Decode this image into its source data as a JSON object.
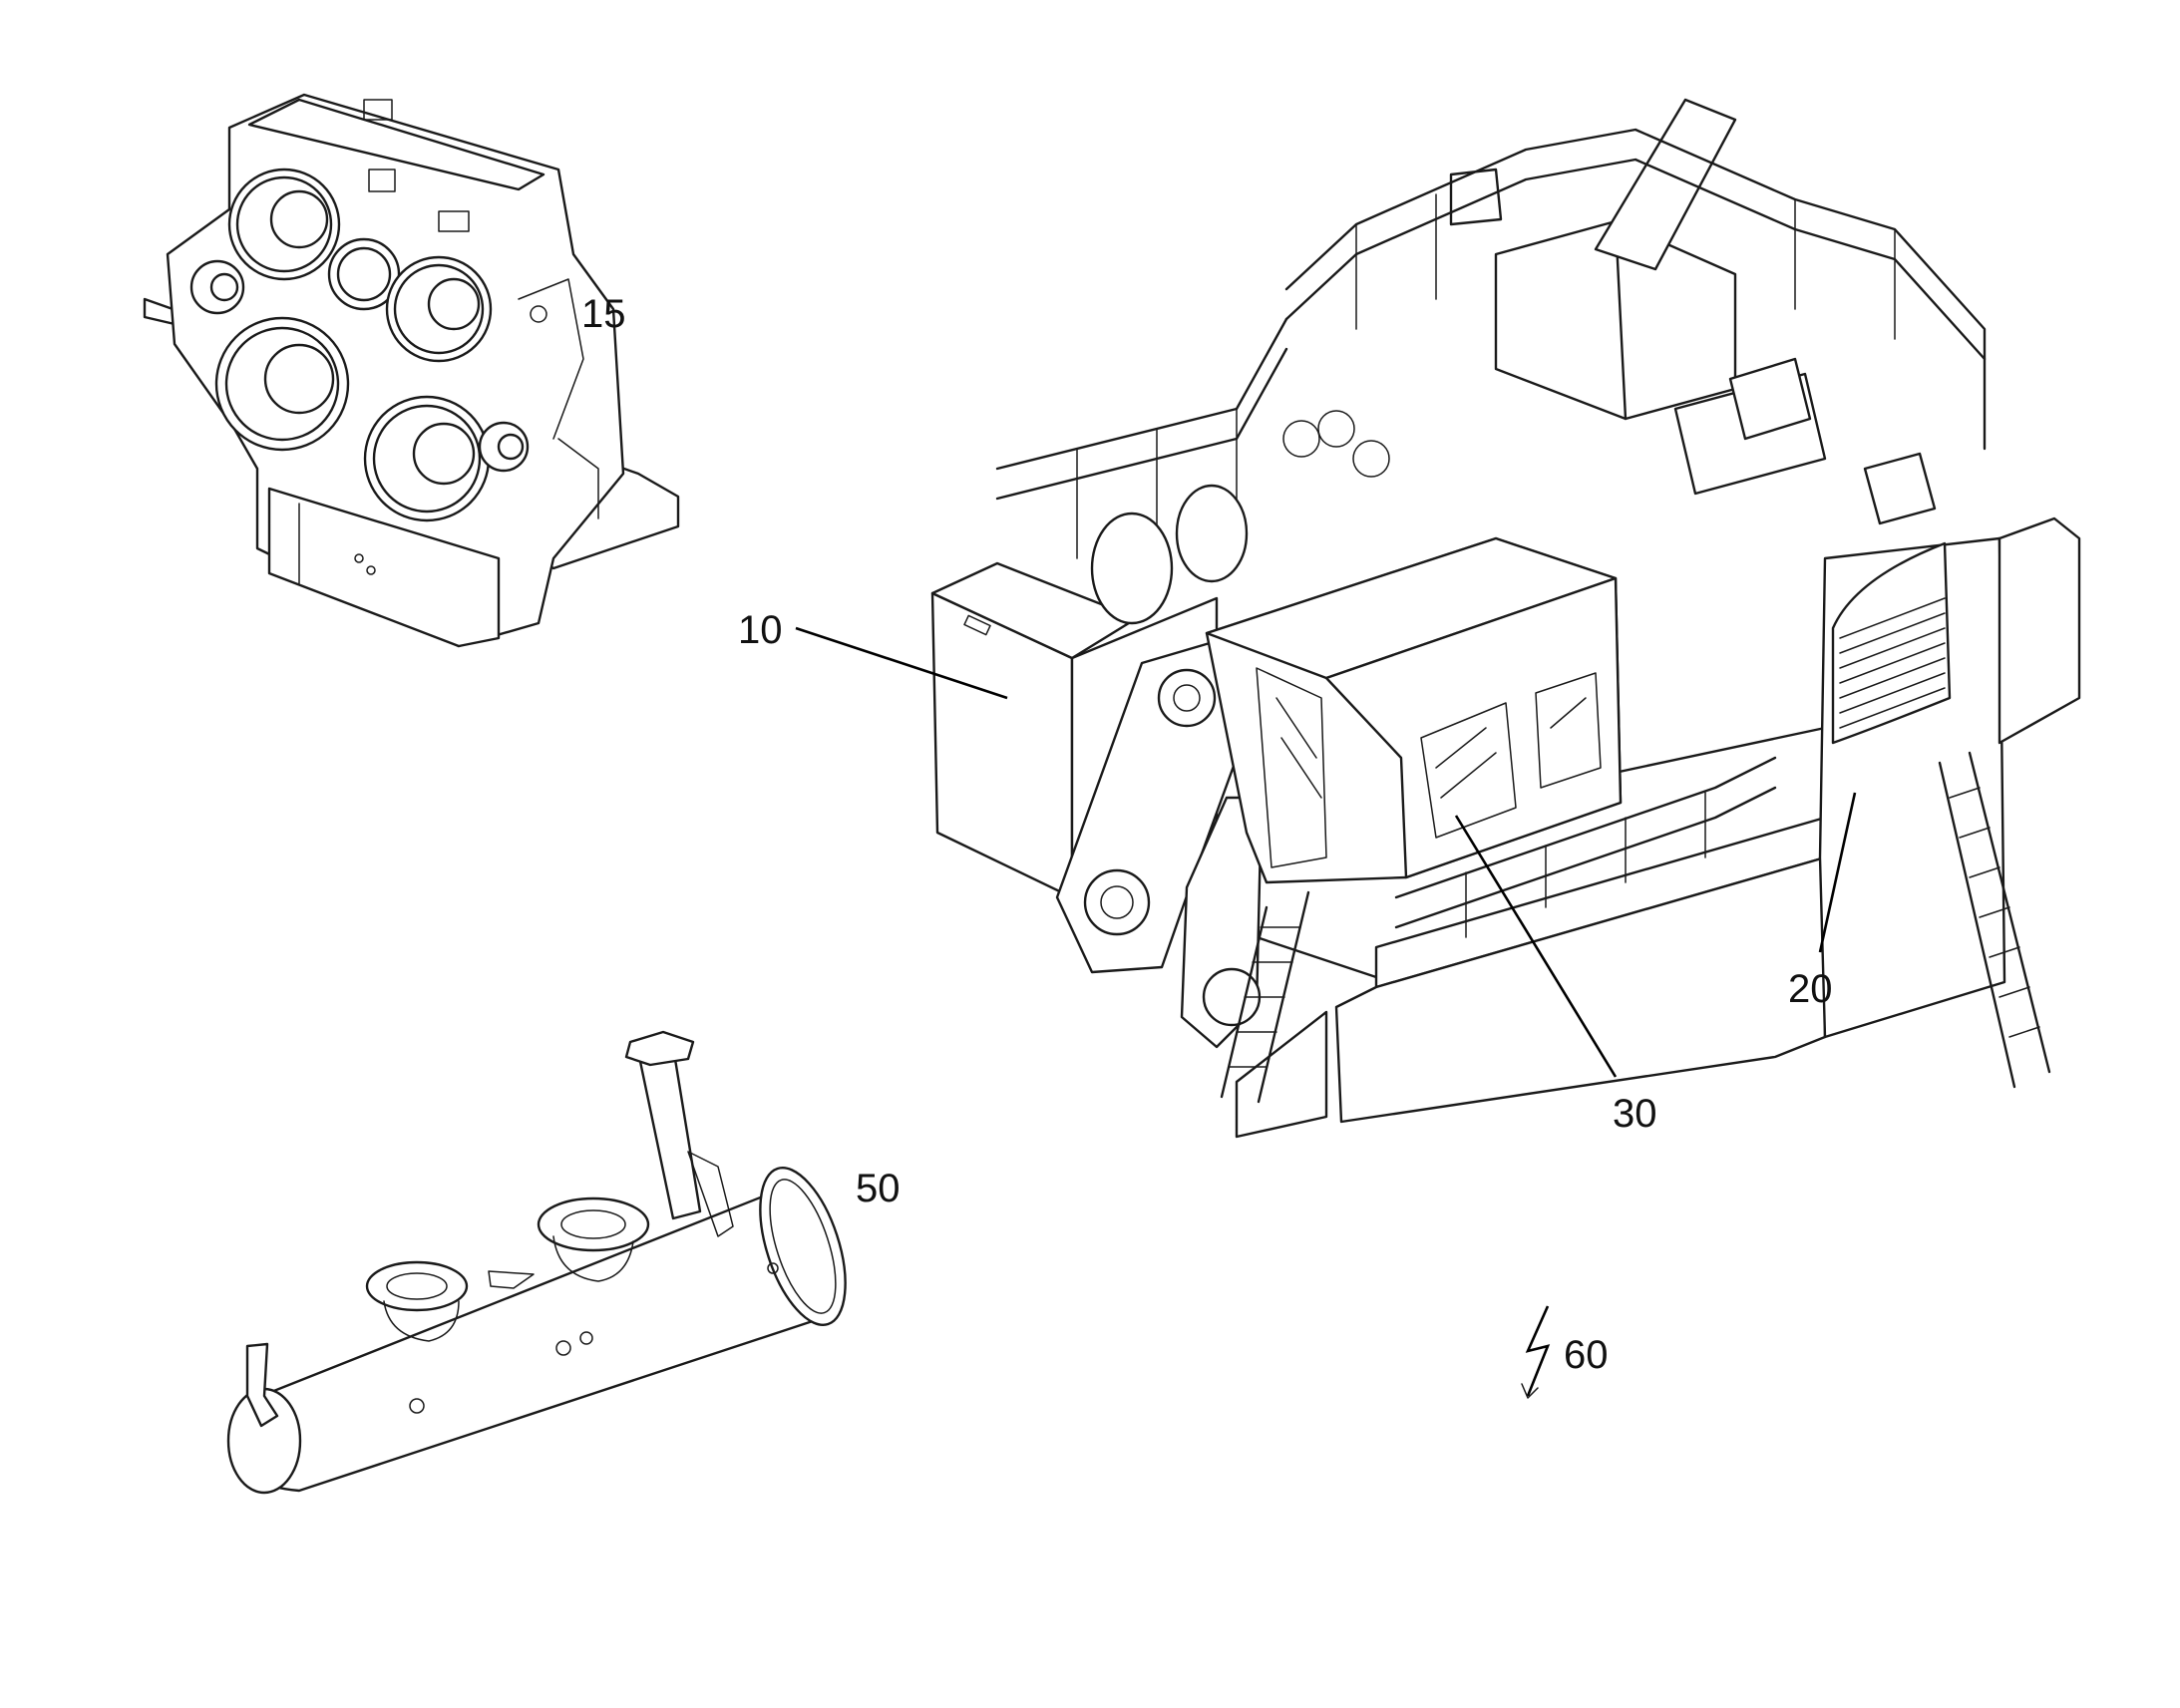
{
  "figure": {
    "labels": {
      "gearbox": "15",
      "upper_carriage": "10",
      "counterweight_body": "20",
      "operator_cab": "30",
      "exhaust_muffler": "50",
      "overall_assembly": "60"
    }
  },
  "colors": {
    "line": "#1a1a1a",
    "background": "#ffffff"
  }
}
